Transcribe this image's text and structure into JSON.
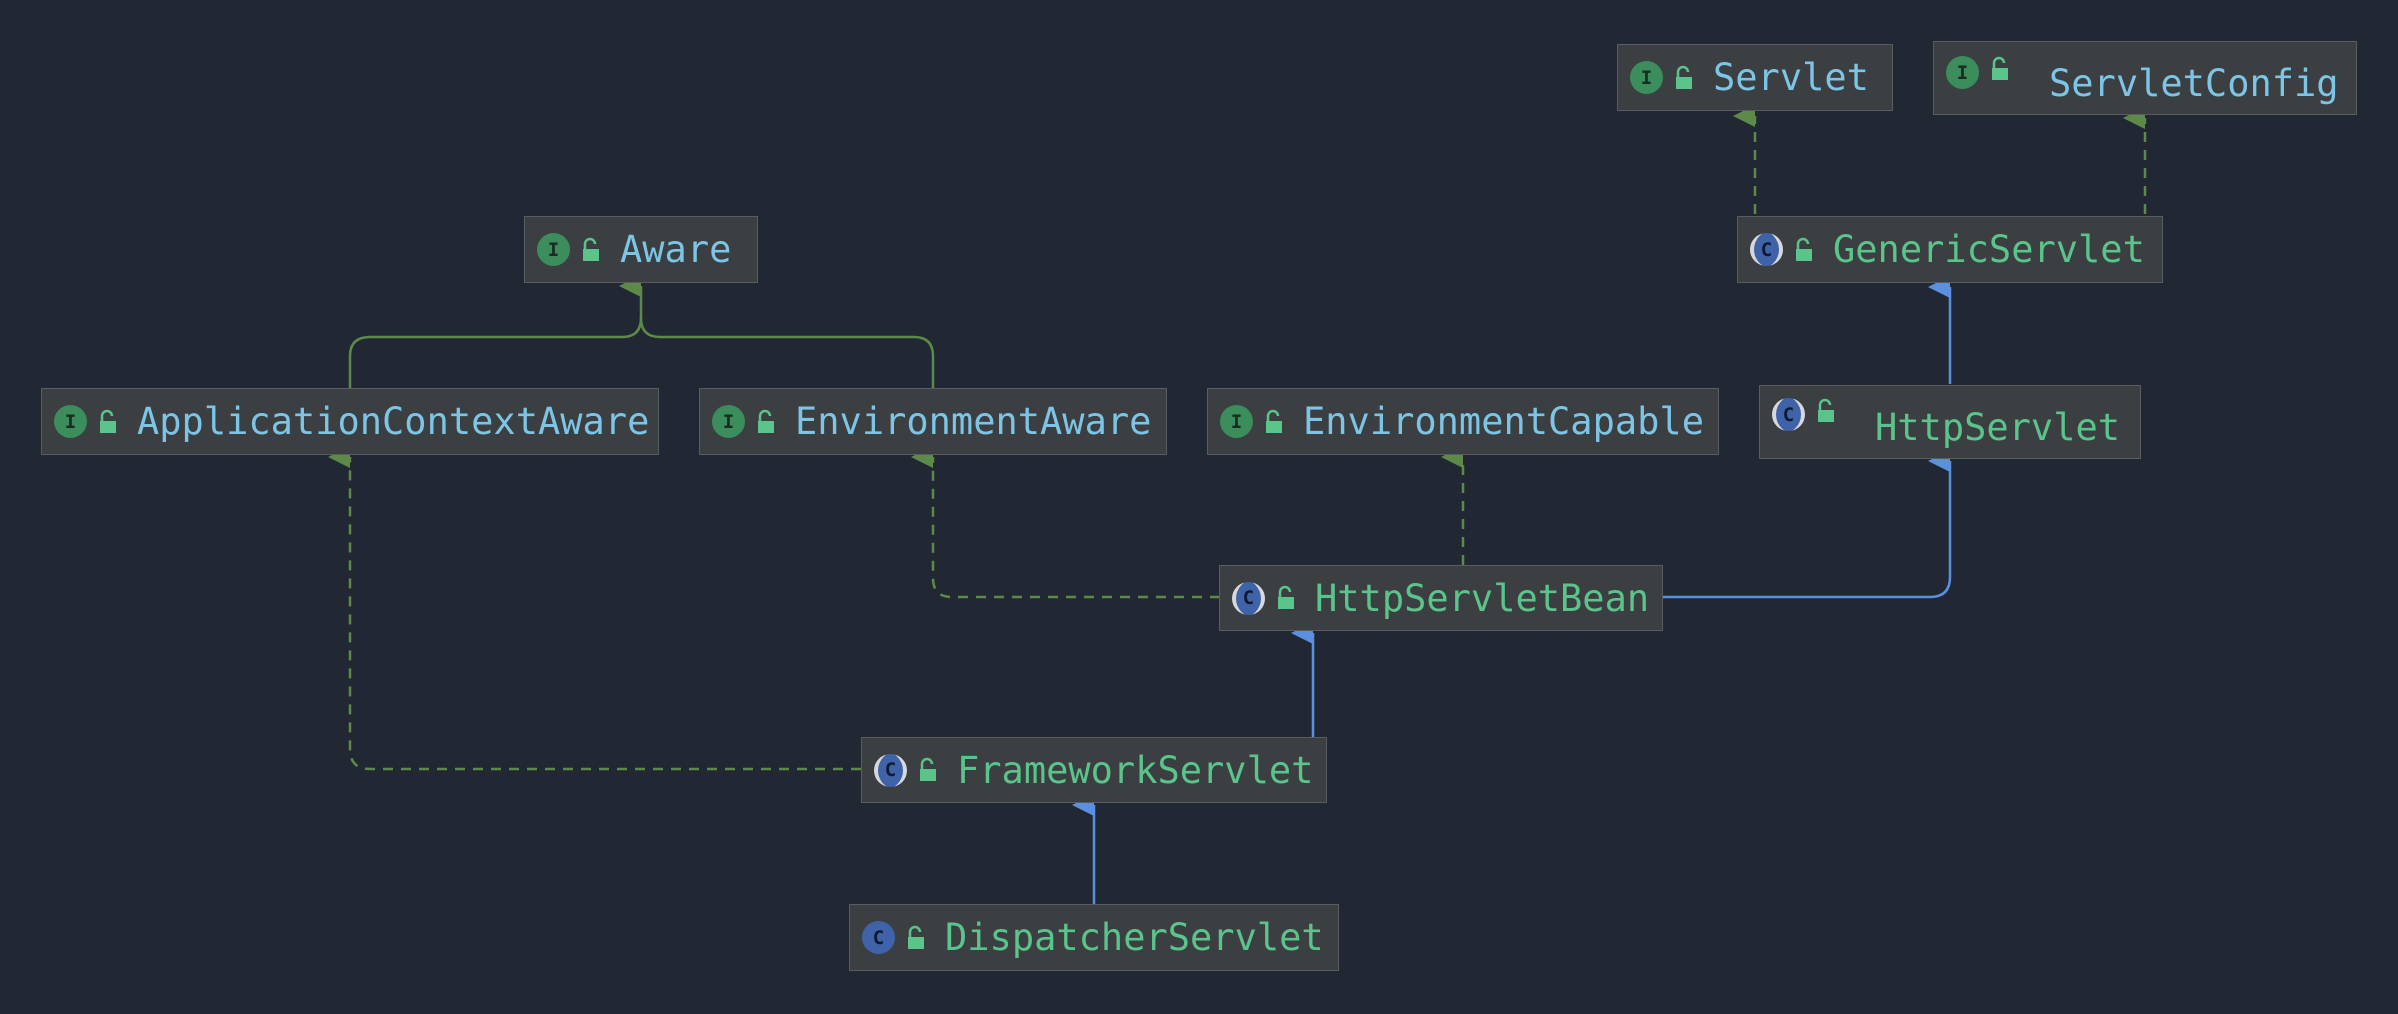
{
  "nodes": {
    "servlet": {
      "name": "Servlet",
      "kind": "I"
    },
    "servletconfig": {
      "name": "ServletConfig",
      "kind": "I"
    },
    "aware": {
      "name": "Aware",
      "kind": "I"
    },
    "genericservlet": {
      "name": "GenericServlet",
      "kind": "C"
    },
    "appctxaware": {
      "name": "ApplicationContextAware",
      "kind": "I"
    },
    "envaware": {
      "name": "EnvironmentAware",
      "kind": "I"
    },
    "envcapable": {
      "name": "EnvironmentCapable",
      "kind": "I"
    },
    "httpservlet": {
      "name": "HttpServlet",
      "kind": "C"
    },
    "httpservletbean": {
      "name": "HttpServletBean",
      "kind": "C"
    },
    "frameworkservlet": {
      "name": "FrameworkServlet",
      "kind": "C"
    },
    "dispatcherservlet": {
      "name": "DispatcherServlet",
      "kind": "C"
    }
  },
  "edges": [
    {
      "from": "genericservlet",
      "to": "servlet",
      "type": "implements"
    },
    {
      "from": "genericservlet",
      "to": "servletconfig",
      "type": "implements"
    },
    {
      "from": "httpservlet",
      "to": "genericservlet",
      "type": "extends"
    },
    {
      "from": "appctxaware",
      "to": "aware",
      "type": "extends-interface"
    },
    {
      "from": "envaware",
      "to": "aware",
      "type": "extends-interface"
    },
    {
      "from": "httpservletbean",
      "to": "envaware",
      "type": "implements"
    },
    {
      "from": "httpservletbean",
      "to": "envcapable",
      "type": "implements"
    },
    {
      "from": "httpservletbean",
      "to": "httpservlet",
      "type": "extends"
    },
    {
      "from": "frameworkservlet",
      "to": "httpservletbean",
      "type": "extends"
    },
    {
      "from": "frameworkservlet",
      "to": "appctxaware",
      "type": "implements"
    },
    {
      "from": "dispatcherservlet",
      "to": "frameworkservlet",
      "type": "extends"
    }
  ],
  "colors": {
    "background": "#212833",
    "implements": "#5d8a48",
    "extends": "#5b8fe0",
    "interface_text": "#7cc5e6",
    "class_text": "#5ac48a"
  }
}
